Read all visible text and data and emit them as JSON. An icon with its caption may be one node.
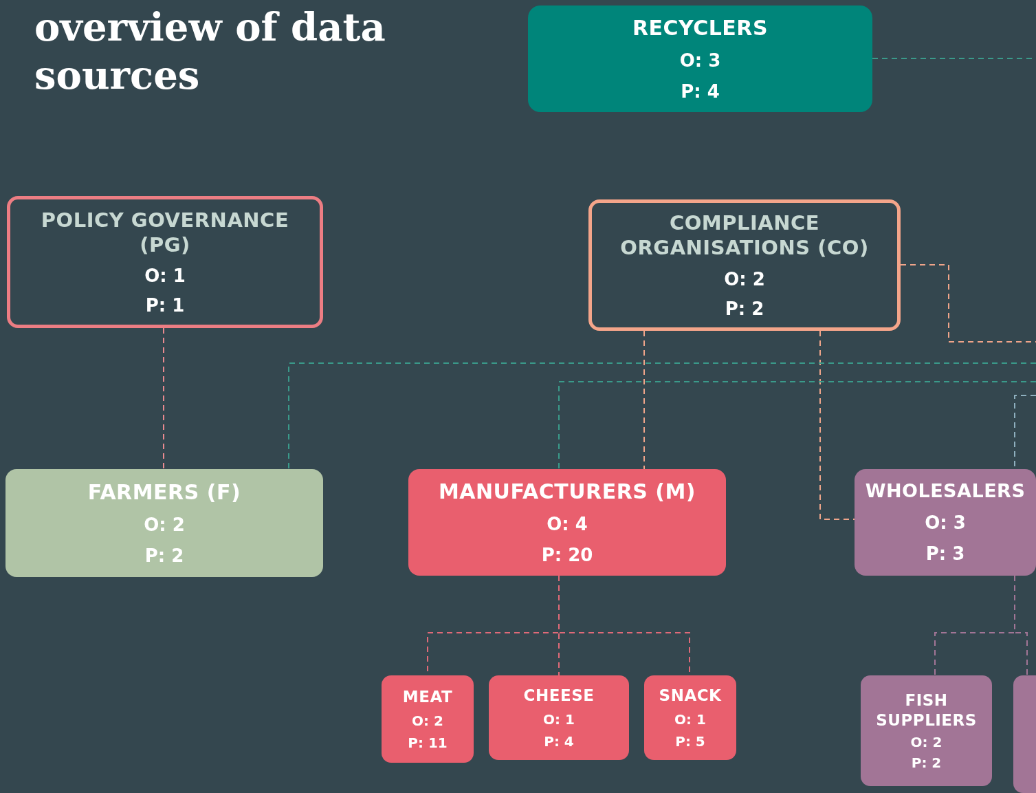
{
  "diagram": {
    "title": "overview of data sources",
    "nodes": [
      {
        "text": [
          "RECYCLERS",
          "O: 3",
          "P: 4"
        ]
      },
      {
        "text": [
          "POLICY GOVERNANCE (PG)",
          "O: 1",
          "P: 1"
        ]
      },
      {
        "text": [
          "COMPLIANCE ORGANISATIONS (CO)",
          "O: 2",
          "P: 2"
        ]
      },
      {
        "text": [
          "FARMERS (F)",
          "O: 2",
          "P: 2"
        ]
      },
      {
        "text": [
          "MANUFACTURERS (M)",
          "O: 4",
          "P: 20"
        ]
      },
      {
        "text": [
          "WHOLESALERS",
          "O: 3",
          "P: 3"
        ]
      },
      {
        "text": [
          "MEAT",
          "O: 2",
          "P: 11"
        ]
      },
      {
        "text": [
          "CHEESE",
          "O: 1",
          "P: 4"
        ]
      },
      {
        "text": [
          "SNACK",
          "O: 1",
          "P: 5"
        ]
      },
      {
        "text": [
          "FISH SUPPLIERS",
          "O: 2",
          "P: 2"
        ]
      },
      {
        "text": [],
        "shape": "box"
      }
    ],
    "edges": [
      {
        "from": 1,
        "to": 3,
        "arrow": "none",
        "style": "dashed",
        "color": "#e98a8f"
      },
      {
        "from": 2,
        "to": 4,
        "arrow": "none",
        "style": "dashed",
        "color": "#f0a58a"
      },
      {
        "from": 2,
        "to": 5,
        "arrow": "none",
        "style": "dashed",
        "color": "#f0a58a"
      },
      {
        "from": 2,
        "to": null,
        "arrow": "none",
        "style": "dashed",
        "color": "#f0a58a"
      },
      {
        "from": 0,
        "to": null,
        "arrow": "none",
        "style": "dashed",
        "color": "#3a9a8a"
      },
      {
        "from": null,
        "to": 3,
        "arrow": "none",
        "style": "dashed",
        "color": "#3a9a8a"
      },
      {
        "from": null,
        "to": 4,
        "arrow": "none",
        "style": "dashed",
        "color": "#3a9a8a"
      },
      {
        "from": null,
        "to": 5,
        "arrow": "none",
        "style": "dashed",
        "color": "#8fb0bf"
      },
      {
        "from": 4,
        "to": 6,
        "arrow": "none",
        "style": "dashed",
        "color": "#e06a78"
      },
      {
        "from": 4,
        "to": 7,
        "arrow": "none",
        "style": "dashed",
        "color": "#e06a78"
      },
      {
        "from": 4,
        "to": 8,
        "arrow": "none",
        "style": "dashed",
        "color": "#e06a78"
      },
      {
        "from": 5,
        "to": 9,
        "arrow": "none",
        "style": "dashed",
        "color": "#a27596"
      },
      {
        "from": 5,
        "to": 10,
        "arrow": "none",
        "style": "dashed",
        "color": "#a27596"
      }
    ]
  }
}
